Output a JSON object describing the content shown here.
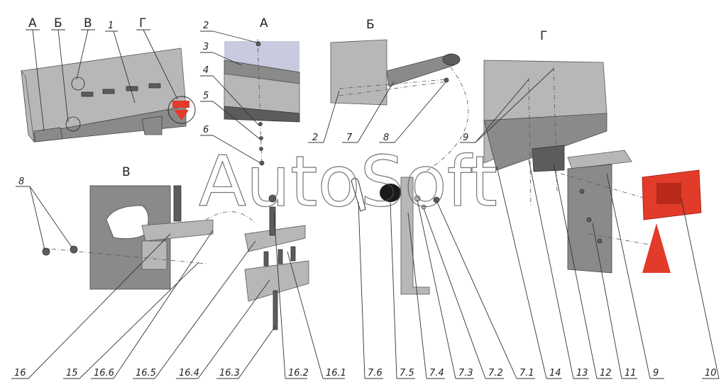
{
  "view_labels": [
    "А",
    "Б",
    "В",
    "Г",
    "А",
    "Б",
    "В",
    "Г"
  ],
  "top_callouts": [
    "1",
    "2",
    "3",
    "4",
    "5",
    "6",
    "2",
    "7",
    "8",
    "9",
    "8"
  ],
  "bottom_callouts": [
    "16",
    "15",
    "16.6",
    "16.5",
    "16.4",
    "16.3",
    "16.2",
    "16.1",
    "7.6",
    "7.5",
    "7.4",
    "7.3",
    "7.2",
    "7.1",
    "14",
    "13",
    "12",
    "11",
    "9",
    "10"
  ],
  "watermark": "AutoSoft",
  "colors": {
    "red_part": "#e23b2a",
    "gray_part": "#8a8a8a",
    "line": "#333333"
  }
}
